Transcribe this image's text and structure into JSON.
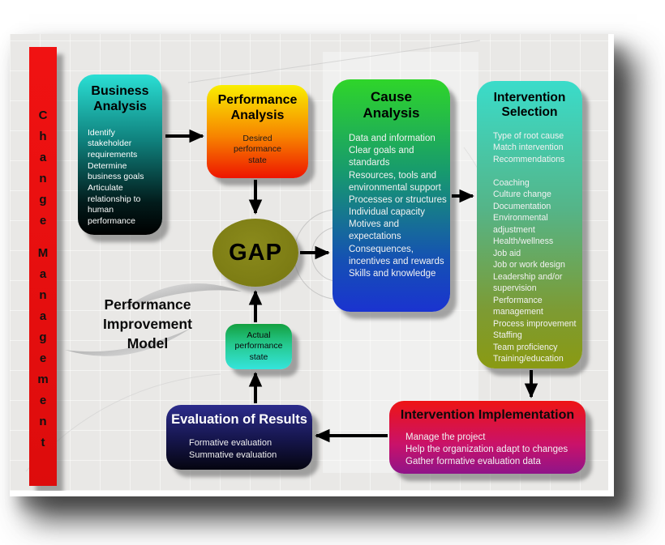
{
  "diagram": {
    "model_label": "Performance\nImprovement\nModel",
    "change_bar": {
      "word1": "Change",
      "word2": "Management"
    },
    "nodes": {
      "business_analysis": {
        "title": "Business\nAnalysis",
        "body": "Identify stakeholder requirements\nDetermine business goals\nArticulate relationship to human performance"
      },
      "performance_analysis": {
        "title": "Performance\nAnalysis",
        "body": "Desired\nperformance\nstate"
      },
      "cause_analysis": {
        "title": "Cause\nAnalysis",
        "body": "Data and information\nClear goals and standards\nResources, tools and environmental support\nProcesses or structures\nIndividual capacity\nMotives and expectations\nConsequences, incentives and rewards\nSkills and knowledge"
      },
      "intervention_selection": {
        "title": "Intervention\nSelection",
        "body": "Type of root cause\nMatch intervention\nRecommendations\n\nCoaching\nCulture change\nDocumentation\nEnvironmental adjustment\nHealth/wellness\nJob aid\nJob or work design\nLeadership and/or supervision\nPerformance management\nProcess improvement\nStaffing\nTeam proficiency\nTraining/education"
      },
      "gap": {
        "label": "GAP"
      },
      "actual_state": {
        "body": "Actual\nperformance\nstate"
      },
      "evaluation_of_results": {
        "title": "Evaluation of Results",
        "body": "Formative evaluation\nSummative evaluation"
      },
      "intervention_implementation": {
        "title": "Intervention Implementation",
        "body": "Manage the project\nHelp the organization adapt to changes\nGather formative evaluation data"
      }
    },
    "palette": {
      "change_bar_red": "#ee1111",
      "business_top": "#2adfd4",
      "business_bottom": "#000000",
      "performance_top": "#f9ee00",
      "performance_bottom": "#ee1500",
      "cause_top": "#2fd52a",
      "cause_mid": "#179a6e",
      "cause_bottom": "#1a33d0",
      "selection_top": "#3adcca",
      "selection_bottom": "#8a9a12",
      "gap_fill": "#7e7e12",
      "actual_top": "#14a040",
      "actual_bottom": "#35e4dc",
      "evaluation_top": "#2c2c8c",
      "evaluation_bottom": "#050510",
      "implementation_top": "#ee1414",
      "implementation_bottom": "#8f1489",
      "arrow_color": "#000000",
      "sheet_background": "#e9e8e6"
    }
  }
}
